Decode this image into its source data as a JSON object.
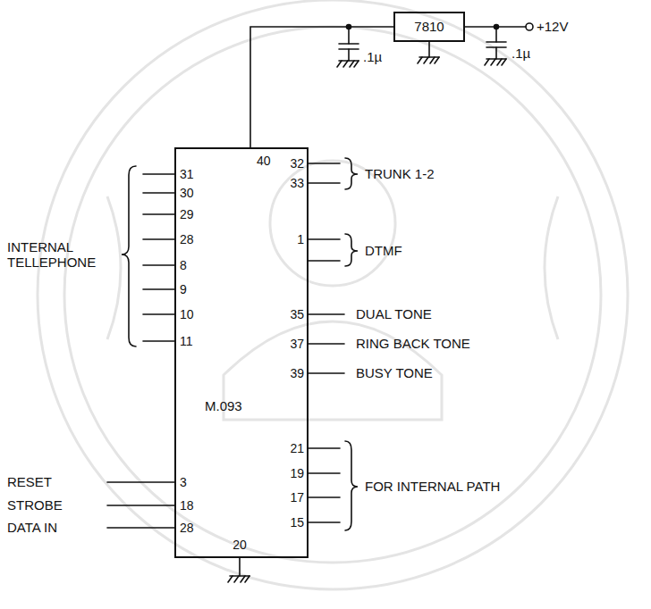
{
  "diagram": {
    "nodes": [
      {
        "text": [
          "7810"
        ]
      },
      {
        "text": [
          "M.093"
        ]
      }
    ],
    "edges": [
      {
        "from": 0,
        "to": 1,
        "arrow": "none"
      }
    ],
    "labels": [
      "+12V",
      ".1µ",
      ".1µ",
      "40",
      "31",
      "30",
      "29",
      "28",
      "8",
      "9",
      "10",
      "11",
      "INTERNAL TELLEPHONE",
      "32",
      "33",
      "TRUNK 1-2",
      "1",
      "DTMF",
      "35",
      "DUAL TONE",
      "37",
      "RING BACK TONE",
      "39",
      "BUSY TONE",
      "21",
      "19",
      "17",
      "15",
      "FOR INTERNAL PATH",
      "3",
      "RESET",
      "18",
      "STROBE",
      "28",
      "DATA IN",
      "20"
    ]
  }
}
